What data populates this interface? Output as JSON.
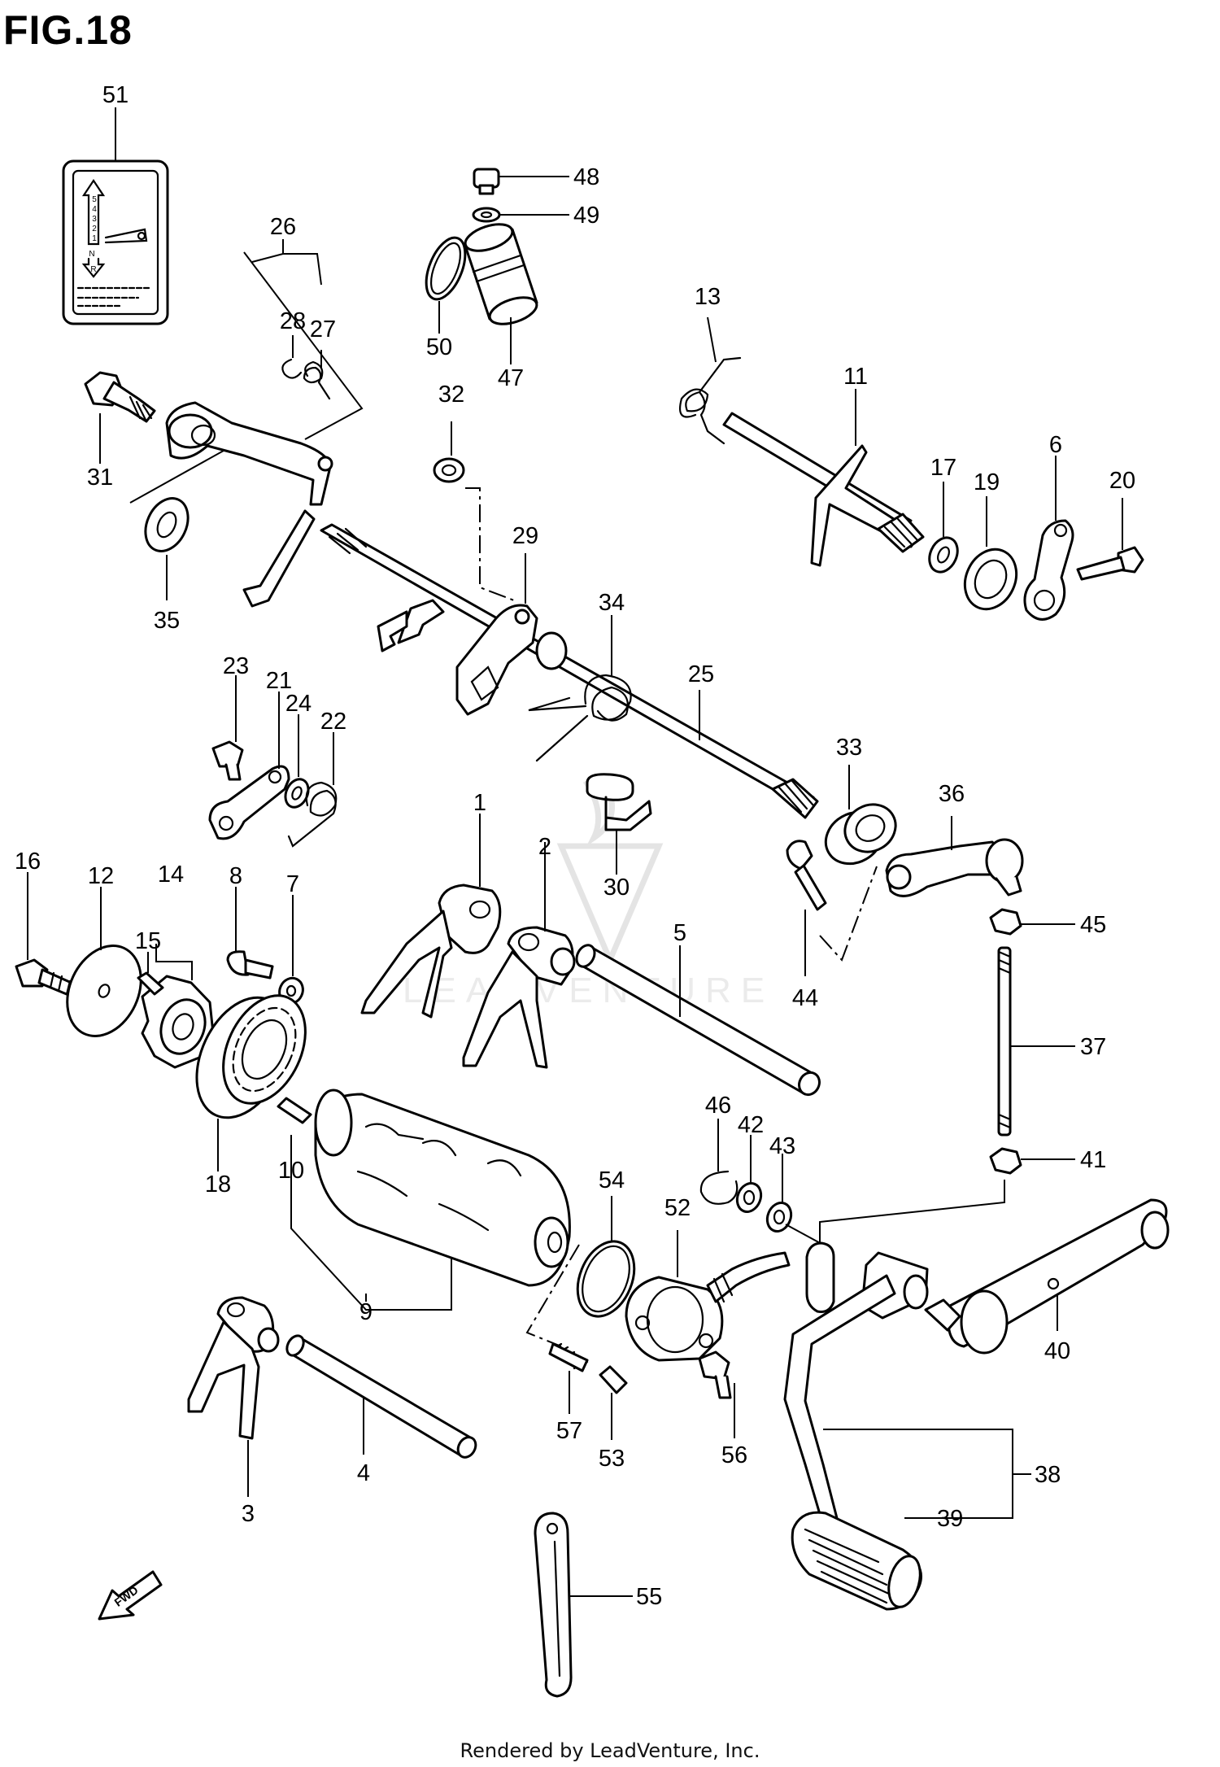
{
  "figure": {
    "title": "FIG.18"
  },
  "footer": {
    "text": "Rendered by LeadVenture, Inc."
  },
  "watermark": {
    "text": "LEADVENTURE"
  },
  "fwd_label": "FWD",
  "shift_label": {
    "gears": [
      "5",
      "4",
      "3",
      "2",
      "1",
      "N",
      "R"
    ]
  },
  "callouts": {
    "c1": "1",
    "c2": "2",
    "c3": "3",
    "c4": "4",
    "c5": "5",
    "c6": "6",
    "c7": "7",
    "c8": "8",
    "c9": "9",
    "c10": "10",
    "c11": "11",
    "c12": "12",
    "c13": "13",
    "c14": "14",
    "c15": "15",
    "c16": "16",
    "c17": "17",
    "c18": "18",
    "c19": "19",
    "c20": "20",
    "c21": "21",
    "c22": "22",
    "c23": "23",
    "c24": "24",
    "c25": "25",
    "c26": "26",
    "c27": "27",
    "c28": "28",
    "c29": "29",
    "c30": "30",
    "c31": "31",
    "c32": "32",
    "c33": "33",
    "c34": "34",
    "c35": "35",
    "c36": "36",
    "c37": "37",
    "c38": "38",
    "c39": "39",
    "c40": "40",
    "c41": "41",
    "c42": "42",
    "c43": "43",
    "c44": "44",
    "c45": "45",
    "c46": "46",
    "c47": "47",
    "c48": "48",
    "c49": "49",
    "c50": "50",
    "c51": "51",
    "c52": "52",
    "c53": "53",
    "c54": "54",
    "c55": "55",
    "c56": "56",
    "c57": "57"
  }
}
